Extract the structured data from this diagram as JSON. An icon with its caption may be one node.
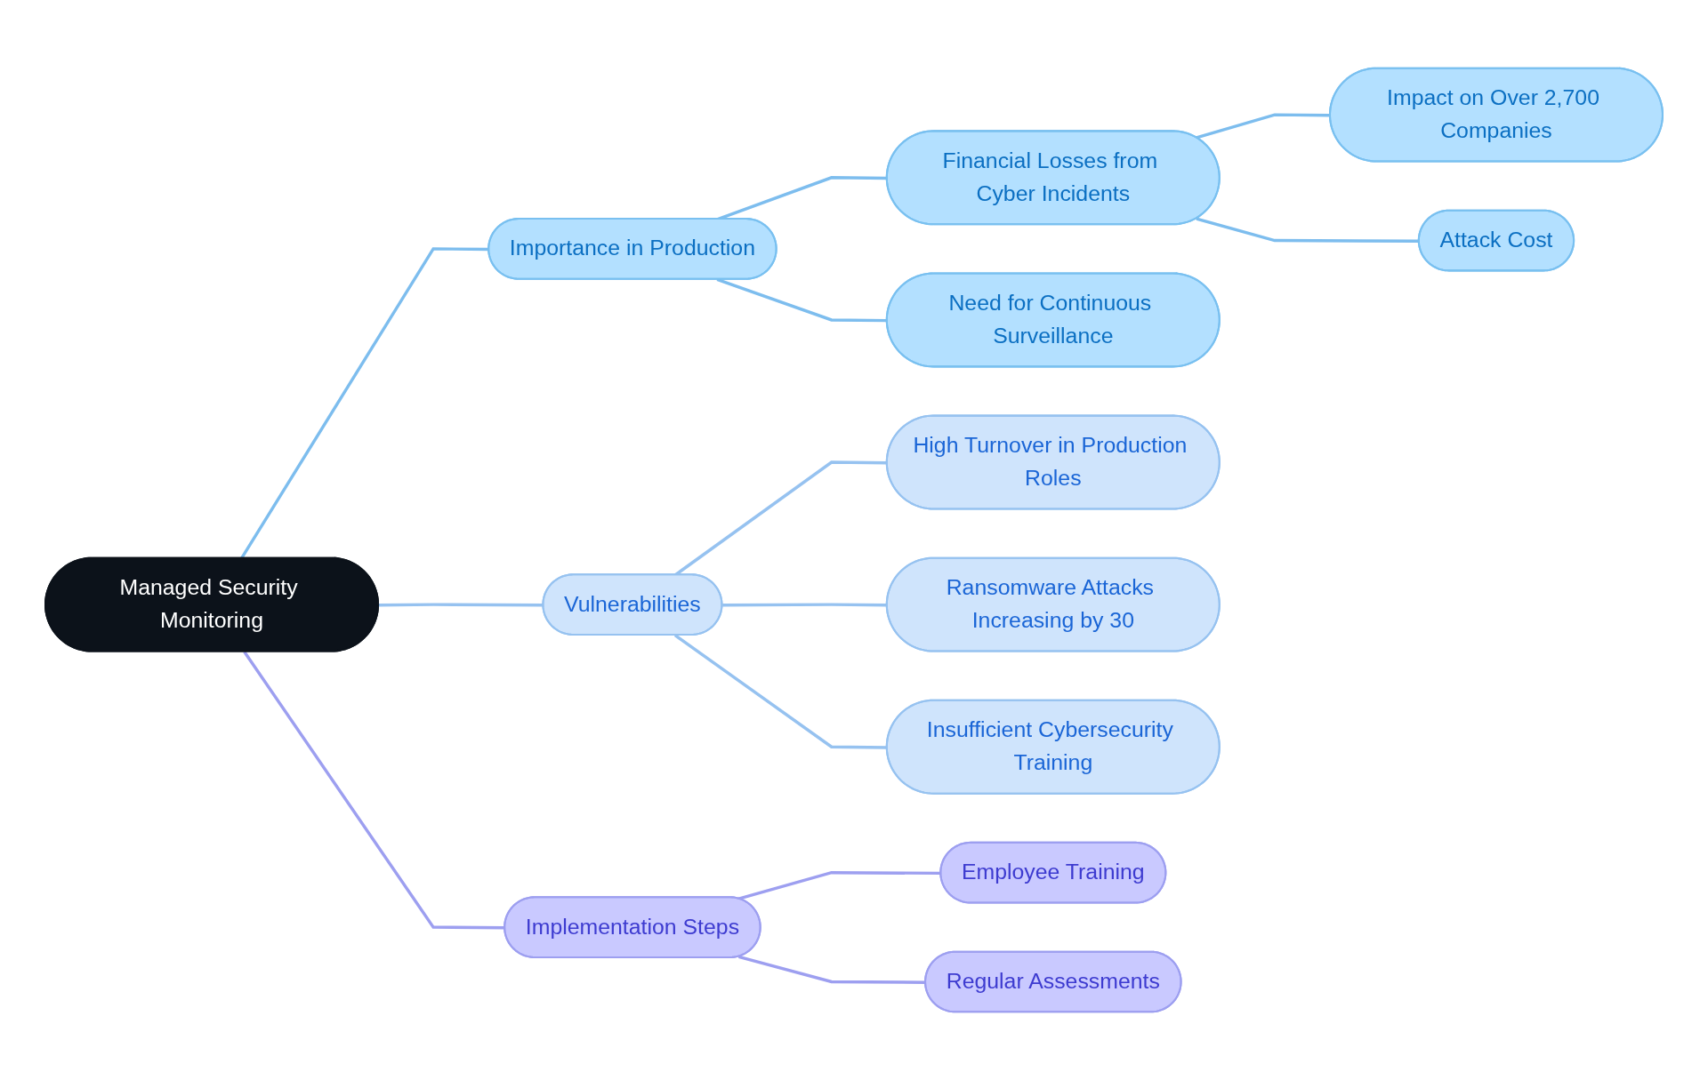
{
  "diagram": {
    "nodes": [
      {
        "text": [
          "Managed Security Monitoring"
        ]
      },
      {
        "text": [
          "Importance in Production"
        ]
      },
      {
        "text": [
          "Financial Losses from Cyber Incidents"
        ]
      },
      {
        "text": [
          "Impact on Over 2,700 Companies"
        ]
      },
      {
        "text": [
          "Attack Cost"
        ]
      },
      {
        "text": [
          "Need for Continuous Surveillance"
        ]
      },
      {
        "text": [
          "Vulnerabilities"
        ]
      },
      {
        "text": [
          "High Turnover in Production Roles"
        ]
      },
      {
        "text": [
          "Ransomware Attacks Increasing by 30"
        ]
      },
      {
        "text": [
          "Insufficient Cybersecurity Training"
        ]
      },
      {
        "text": [
          "Implementation Steps"
        ]
      },
      {
        "text": [
          "Employee Training"
        ]
      },
      {
        "text": [
          "Regular Assessments"
        ]
      }
    ],
    "edges": [
      {
        "from": 0,
        "to": 1,
        "arrow": "none"
      },
      {
        "from": 1,
        "to": 2,
        "arrow": "none"
      },
      {
        "from": 2,
        "to": 3,
        "arrow": "none"
      },
      {
        "from": 2,
        "to": 4,
        "arrow": "none"
      },
      {
        "from": 1,
        "to": 5,
        "arrow": "none"
      },
      {
        "from": 0,
        "to": 6,
        "arrow": "none",
        "color": "#96c2f0"
      },
      {
        "from": 6,
        "to": 7,
        "arrow": "none",
        "color": "#96c2f0"
      },
      {
        "from": 6,
        "to": 8,
        "arrow": "none",
        "color": "#96c2f0"
      },
      {
        "from": 6,
        "to": 9,
        "arrow": "none",
        "color": "#96c2f0"
      },
      {
        "from": 0,
        "to": 10,
        "arrow": "none",
        "color": "#9d9ff0"
      },
      {
        "from": 10,
        "to": 11,
        "arrow": "none",
        "color": "#9d9ff0"
      },
      {
        "from": 10,
        "to": 12,
        "arrow": "none",
        "color": "#9d9ff0"
      }
    ]
  }
}
